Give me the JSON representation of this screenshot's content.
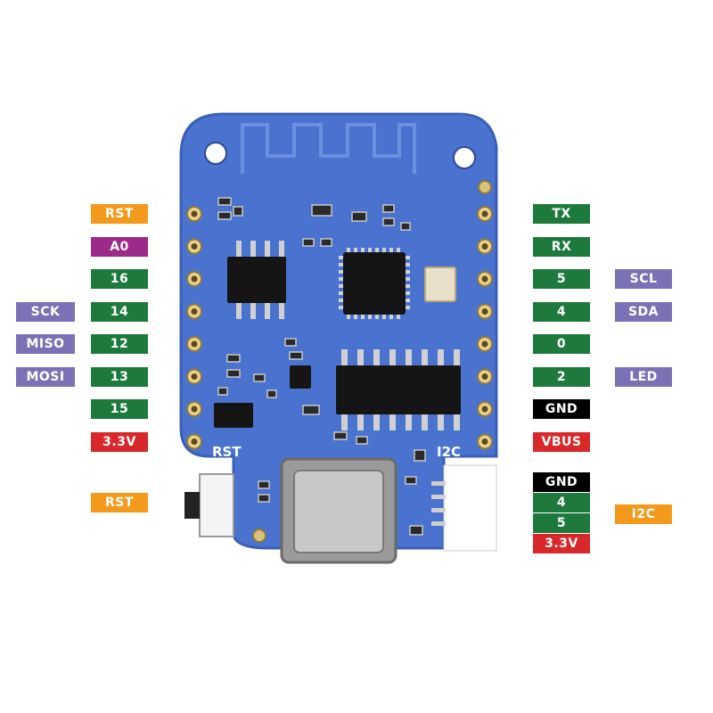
{
  "colors": {
    "board": "#4a73cf",
    "board_edge": "#3a5fb5",
    "reset_pin": "#f39a1c",
    "analog_pin": "#9c2a8a",
    "gpio_pin": "#1e7a3c",
    "power_pin": "#d8282a",
    "ground_pin": "#000000",
    "alt_function": "#7b72b6",
    "i2c_group": "#f39a1c"
  },
  "board": {
    "rst_silk": "RST",
    "i2c_silk": "I2C"
  },
  "left_pins": [
    {
      "label": "RST",
      "kind": "reset"
    },
    {
      "label": "A0",
      "kind": "analog"
    },
    {
      "label": "16",
      "kind": "gpio"
    },
    {
      "label": "14",
      "kind": "gpio",
      "alt": "SCK"
    },
    {
      "label": "12",
      "kind": "gpio",
      "alt": "MISO"
    },
    {
      "label": "13",
      "kind": "gpio",
      "alt": "MOSI"
    },
    {
      "label": "15",
      "kind": "gpio"
    },
    {
      "label": "3.3V",
      "kind": "power"
    }
  ],
  "right_pins": [
    {
      "label": "TX",
      "kind": "gpio"
    },
    {
      "label": "RX",
      "kind": "gpio"
    },
    {
      "label": "5",
      "kind": "gpio",
      "alt": "SCL"
    },
    {
      "label": "4",
      "kind": "gpio",
      "alt": "SDA"
    },
    {
      "label": "0",
      "kind": "gpio"
    },
    {
      "label": "2",
      "kind": "gpio",
      "alt": "LED"
    },
    {
      "label": "GND",
      "kind": "ground"
    },
    {
      "label": "VBUS",
      "kind": "power"
    }
  ],
  "reset_button": {
    "label": "RST",
    "kind": "reset"
  },
  "i2c_connector": {
    "pins": [
      {
        "label": "GND",
        "kind": "ground"
      },
      {
        "label": "4",
        "kind": "gpio"
      },
      {
        "label": "5",
        "kind": "gpio"
      },
      {
        "label": "3.3V",
        "kind": "power"
      }
    ],
    "group_label": "I2C"
  }
}
